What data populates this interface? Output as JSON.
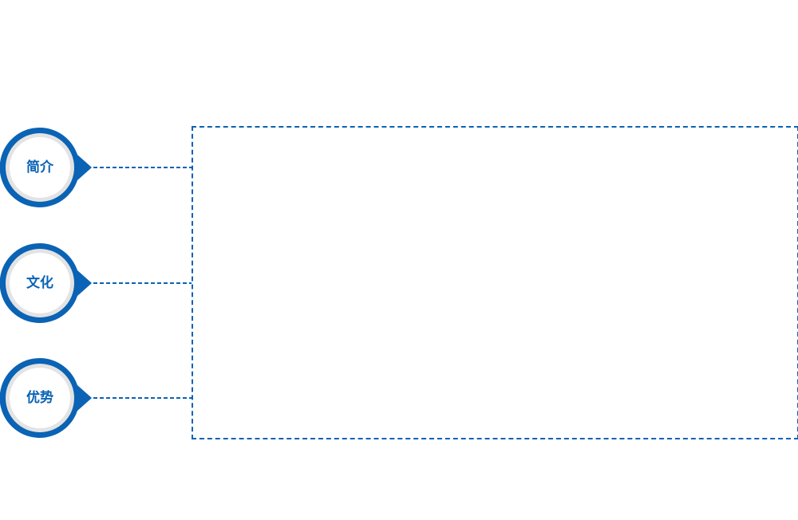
{
  "colors": {
    "accent": "#0a63b4",
    "ring": "#e3e3e3"
  },
  "items": [
    {
      "label": "简介"
    },
    {
      "label": "文化"
    },
    {
      "label": "优势"
    }
  ]
}
